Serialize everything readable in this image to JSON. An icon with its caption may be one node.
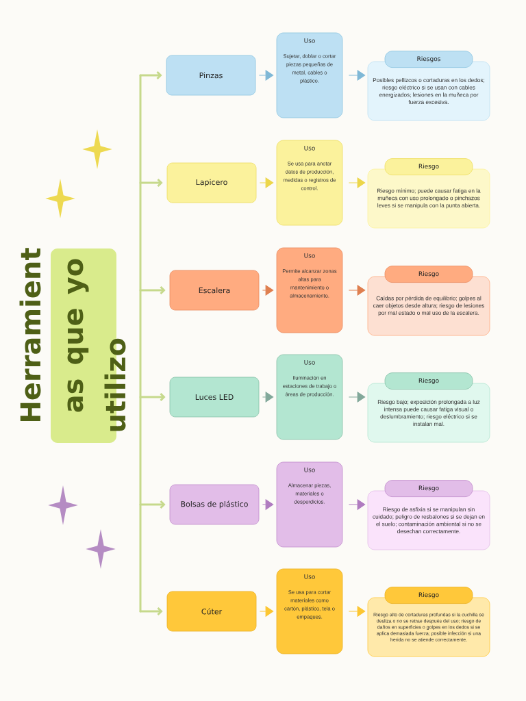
{
  "diagram": {
    "title": "Herramient as que yo utilizo",
    "nodes": [
      {
        "text": [
          "Pinzas"
        ]
      },
      {
        "text": [
          "Uso",
          "Sujetar, doblar o cortar piezas pequeñas de metal, cables o plástico."
        ]
      },
      {
        "text": [
          "Riesgos",
          "Posibles pellizcos o cortaduras en los dedos; riesgo eléctrico si se usan con cables energizados; lesiones en la muñeca por fuerza excesiva."
        ]
      },
      {
        "text": [
          "Lapicero"
        ]
      },
      {
        "text": [
          "Uso",
          "Se usa para anotar datos de producción, medidas o registros de control."
        ]
      },
      {
        "text": [
          "Riesgo",
          "Riesgo mínimo; puede causar fatiga en la muñeca con uso prolongado o pinchazos leves si se manipula con la punta abierta."
        ]
      },
      {
        "text": [
          "Escalera"
        ]
      },
      {
        "text": [
          "Uso",
          "Permite alcanzar zonas altas para mantenimiento o almacenamiento."
        ]
      },
      {
        "text": [
          "Riesgo",
          "Caídas por pérdida de equilibrio; golpes al caer objetos desde altura; riesgo de lesiones por mal estado o mal uso de la escalera."
        ]
      },
      {
        "text": [
          "Luces LED"
        ]
      },
      {
        "text": [
          "Uso",
          "Iluminación en estaciones de trabajo o áreas de producción."
        ]
      },
      {
        "text": [
          "Riesgo",
          "Riesgo bajo; exposición prolongada a luz intensa puede causar fatiga visual o deslumbramiento; riesgo eléctrico si se instalan mal."
        ]
      },
      {
        "text": [
          "Bolsas de plástico"
        ]
      },
      {
        "text": [
          "Uso",
          "Almacenar piezas, materiales o desperdicios."
        ]
      },
      {
        "text": [
          "Riesgo",
          "Riesgo de asfixia si se manipulan sin cuidado; peligro de resbalones si se dejan en el suelo; contaminación ambiental si no se desechan correctamente."
        ]
      },
      {
        "text": [
          "Cúter"
        ]
      },
      {
        "text": [
          "Uso",
          "Se usa para cortar materiales como cartón, plástico, tela o empaques."
        ]
      },
      {
        "text": [
          "Riesgo",
          "Riesgo alto de cortaduras profundas si la cuchilla se desliza o no se retrae después del uso; riesgo de daños en superficies o golpes en los dedos si se aplica demasiada fuerza; posible infección si una herida no se atiende correctamente."
        ]
      }
    ],
    "edges": [
      {
        "from": null,
        "to": 0,
        "arrow": "to",
        "style": "thick"
      },
      {
        "from": null,
        "to": 3,
        "arrow": "to",
        "style": "thick"
      },
      {
        "from": null,
        "to": 6,
        "arrow": "to",
        "style": "thick"
      },
      {
        "from": null,
        "to": 9,
        "arrow": "to",
        "style": "thick"
      },
      {
        "from": null,
        "to": 12,
        "arrow": "to",
        "style": "thick"
      },
      {
        "from": null,
        "to": 15,
        "arrow": "to",
        "style": "thick"
      },
      {
        "from": 0,
        "to": 1,
        "arrow": "to",
        "color": "#7fb8d6"
      },
      {
        "from": 1,
        "to": 2,
        "arrow": "to",
        "color": "#7fb8d6"
      },
      {
        "from": 3,
        "to": 4,
        "arrow": "to",
        "color": "#ecd64a"
      },
      {
        "from": 4,
        "to": 5,
        "arrow": "to",
        "color": "#ecd64a"
      },
      {
        "from": 6,
        "to": 7,
        "arrow": "to",
        "color": "#df7f4f"
      },
      {
        "from": 7,
        "to": 8,
        "arrow": "to",
        "color": "#df7f4f"
      },
      {
        "from": 9,
        "to": 10,
        "arrow": "to",
        "color": "#82a89a"
      },
      {
        "from": 10,
        "to": 11,
        "arrow": "to",
        "color": "#82a89a"
      },
      {
        "from": 12,
        "to": 13,
        "arrow": "to",
        "color": "#b07cc0"
      },
      {
        "from": 13,
        "to": 14,
        "arrow": "to",
        "color": "#b07cc0"
      },
      {
        "from": 15,
        "to": 16,
        "arrow": "to",
        "color": "#fcc631"
      },
      {
        "from": 16,
        "to": 17,
        "arrow": "to",
        "color": "#fcc631"
      }
    ]
  }
}
